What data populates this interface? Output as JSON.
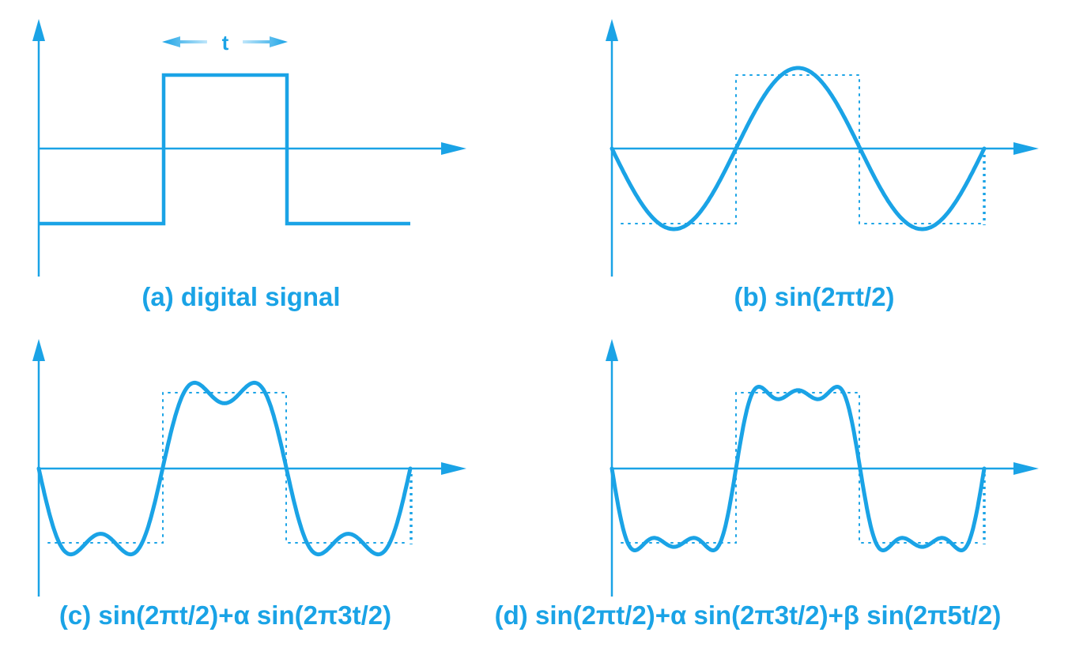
{
  "colors": {
    "accent": "#1aa3e6",
    "background": "#ffffff"
  },
  "period_label": "t",
  "panels": [
    {
      "id": "a",
      "caption": "(a) digital signal",
      "harmonics": []
    },
    {
      "id": "b",
      "caption": "(b) sin(2πt/2)",
      "harmonics": [
        1
      ]
    },
    {
      "id": "c",
      "caption": "(c) sin(2πt/2)+α sin(2π3t/2)",
      "harmonics": [
        1,
        3
      ]
    },
    {
      "id": "d",
      "caption": "(d) sin(2πt/2)+α sin(2π3t/2)+β sin(2π5t/2)",
      "harmonics": [
        1,
        3,
        5
      ]
    }
  ]
}
